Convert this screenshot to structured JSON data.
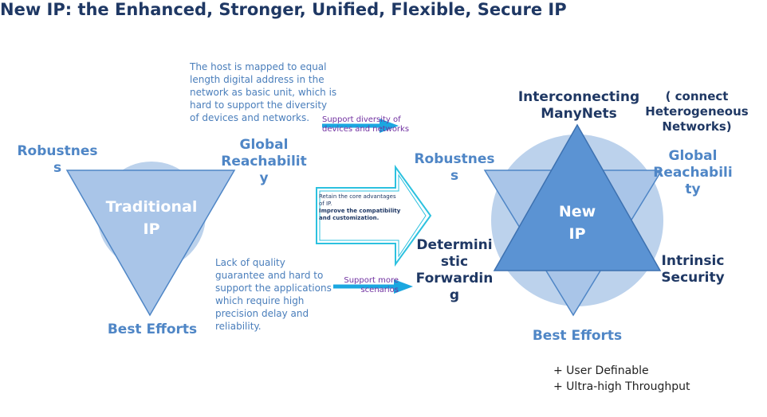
{
  "title": "New IP: the Enhanced, Stronger, Unified, Flexible, Secure IP",
  "left_diagram": {
    "center": [
      "Traditional",
      "IP"
    ],
    "robustness": [
      "Robustnes",
      "s"
    ],
    "global": [
      "Global",
      "Reachabilit",
      "y"
    ],
    "best_efforts": "Best Efforts"
  },
  "notes": {
    "top": [
      "The host is mapped to equal",
      "length digital address in the",
      "network as basic unit, which is",
      "hard to support the diversity",
      "of devices and networks."
    ],
    "bottom": [
      "Lack of quality",
      "guarantee and hard to",
      "support the applications",
      "which require high",
      "precision delay and",
      "reliability."
    ]
  },
  "arrows": {
    "top_label": [
      "Support diversity of",
      "devices and networks"
    ],
    "bottom_label": [
      "Support more",
      "scenarios"
    ],
    "big_arrow_text": [
      "Retain the core advantages",
      "of IP.",
      "Improve the compatibility",
      "and customization."
    ]
  },
  "right_diagram": {
    "center": [
      "New",
      "IP"
    ],
    "interconnecting": [
      "Interconnecting",
      "ManyNets"
    ],
    "heterogeneous": [
      "( connect",
      "Heterogeneous",
      "Networks)"
    ],
    "robustness": [
      "Robustnes",
      "s"
    ],
    "global": [
      "Global",
      "Reachabili",
      "ty"
    ],
    "deterministic": [
      "Determini",
      "stic",
      "Forwardin",
      "g"
    ],
    "security": [
      "Intrinsic",
      "Security"
    ],
    "best_efforts": "Best Efforts",
    "extras": [
      "+ User Definable",
      "+ Ultra-high Throughput"
    ]
  },
  "colors": {
    "title": "#1f3864",
    "label_blue": "#4f86c6",
    "circle": "#bcd2ec",
    "left_triangle": "#a9c5e8",
    "new_triangle": "#5b93d3",
    "arrow_cyan": "#1ba7e0",
    "note_purple": "#7030a0"
  }
}
